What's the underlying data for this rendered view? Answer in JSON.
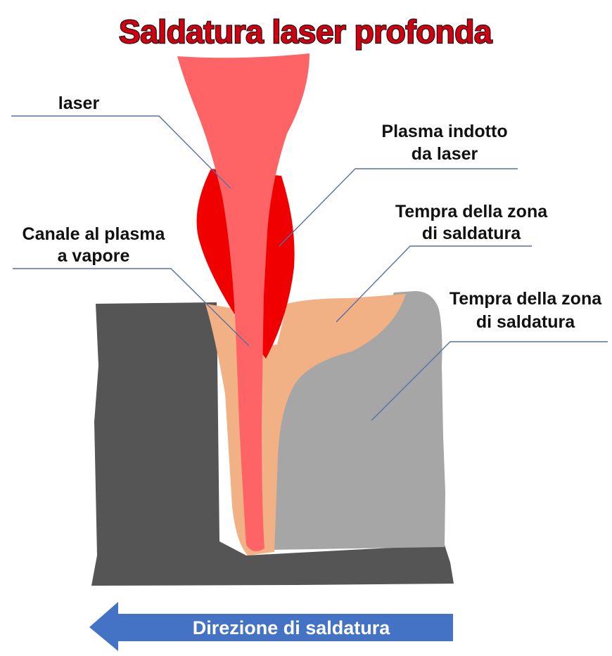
{
  "title": "Saldatura laser profonda",
  "labels": {
    "laser": "laser",
    "plasma_line1": "Plasma indotto",
    "plasma_line2": "da laser",
    "canale_line1": "Canale al plasma",
    "canale_line2": "a vapore",
    "tempra1_line1": "Tempra della zona",
    "tempra1_line2": "di saldatura",
    "tempra2_line1": "Tempra della zona",
    "tempra2_line2": "di saldatura"
  },
  "arrow": {
    "label": "Direzione di saldatura",
    "direction": "left"
  },
  "colors": {
    "title_fill": "#d10010",
    "laser_beam": "#fe6466",
    "plasma": "#f00000",
    "weld_zone": "#f1b185",
    "heat_affected_zone": "#a6a6a6",
    "workpiece": "#555555",
    "leader_lines": "#5b6fa0",
    "arrow": "#4472c4"
  }
}
